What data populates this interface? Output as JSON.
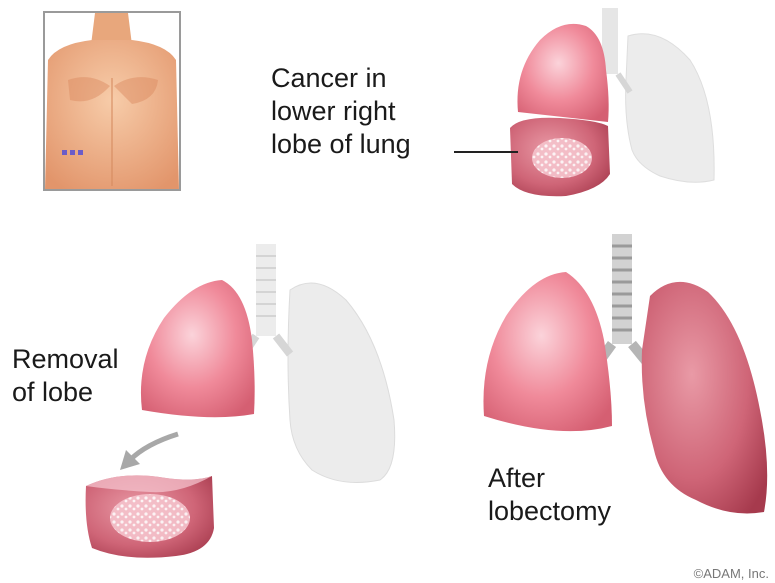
{
  "labels": {
    "cancer": [
      "Cancer in",
      "lower right",
      "lobe of lung"
    ],
    "removal": [
      "Removal",
      "of lobe"
    ],
    "after": [
      "After",
      "lobectomy"
    ]
  },
  "copyright": "©ADAM, Inc.",
  "colors": {
    "lung_pink": "#f08a9a",
    "lung_light": "#f8c6cf",
    "lung_dark": "#b94759",
    "lung_faded": "#ececec",
    "skin": "#f0b48c",
    "incision": "#6b5cc8"
  }
}
